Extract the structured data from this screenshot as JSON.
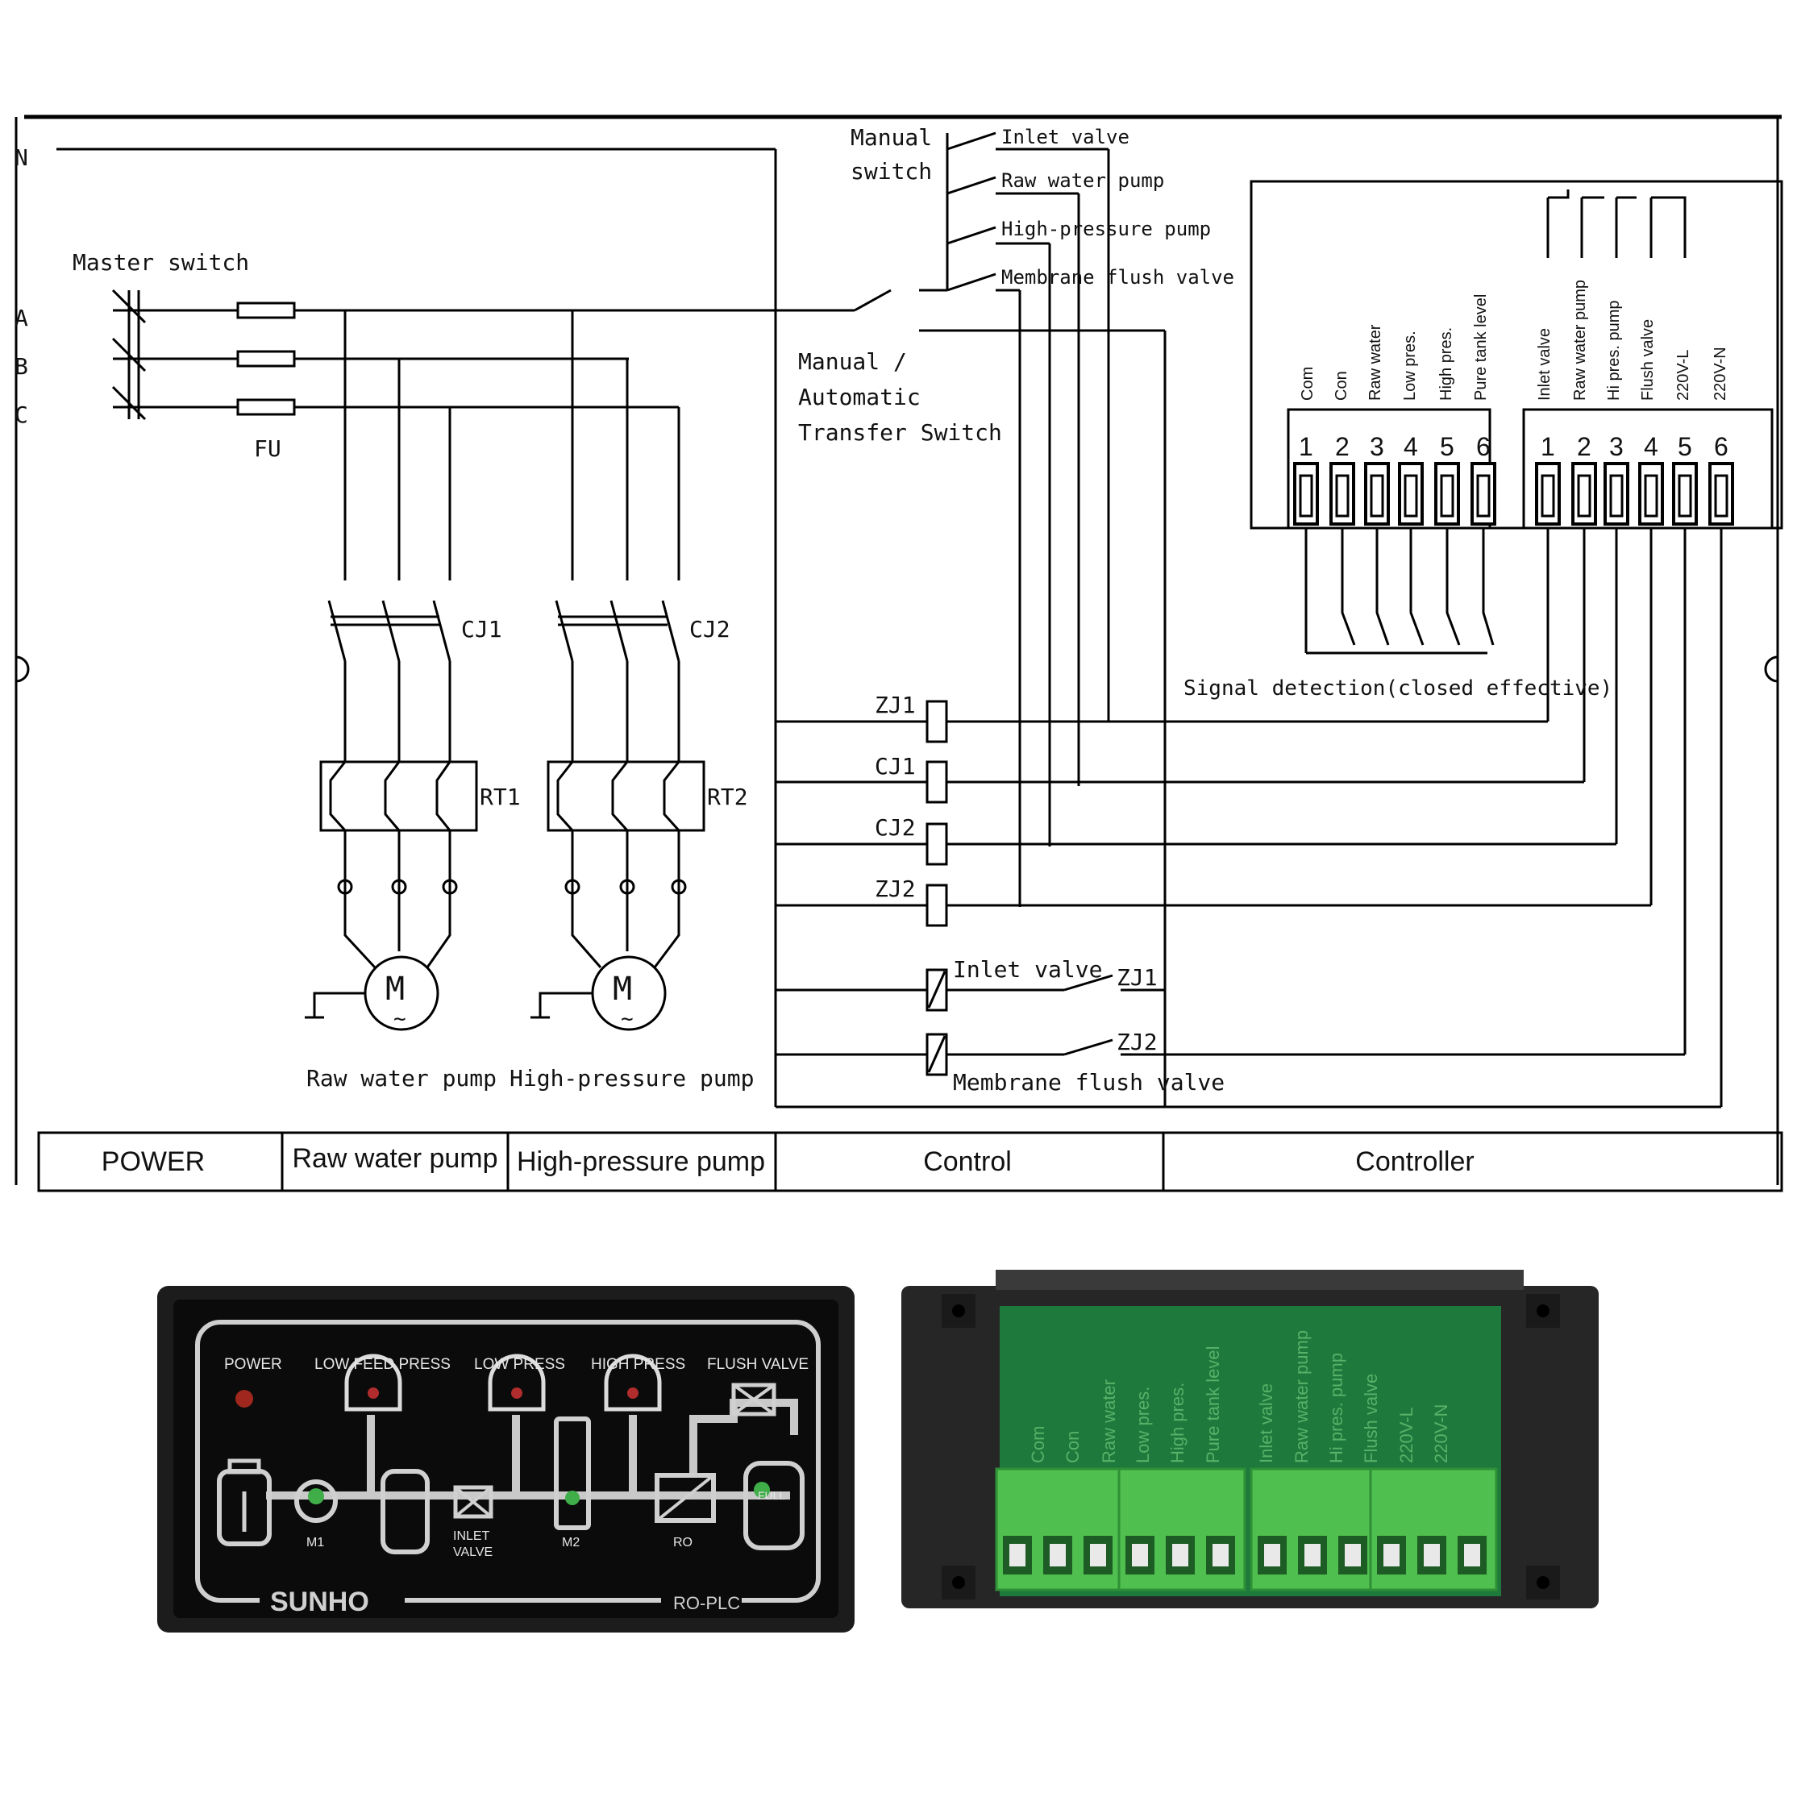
{
  "schematic": {
    "phase_labels": [
      "N",
      "A",
      "B",
      "C"
    ],
    "master_switch": "Master switch",
    "fuse_label": "FU",
    "manual_switch": [
      "Manual",
      "switch"
    ],
    "manual_auto": [
      "Manual /",
      "Automatic",
      "Transfer Switch"
    ],
    "manual_outputs": [
      "Inlet valve",
      "Raw water pump",
      "High-pressure pump",
      "Membrane flush valve"
    ],
    "contactors": [
      "CJ1",
      "CJ2"
    ],
    "relays": [
      "RT1",
      "RT2"
    ],
    "motor_symbol": "M",
    "motor_ac": "~",
    "pump_labels": [
      "Raw water pump",
      "High-pressure pump"
    ],
    "coils": [
      "ZJ1",
      "CJ1",
      "CJ2",
      "ZJ2"
    ],
    "valve_coils": [
      {
        "label": "Inlet valve",
        "contact": "ZJ1"
      },
      {
        "label": "Membrane flush valve",
        "contact": "ZJ2"
      }
    ],
    "signal_detection": "Signal detection(closed effective)",
    "input_terminals": [
      "Com",
      "Con",
      "Raw water",
      "Low pres.",
      "High pres.",
      "Pure tank level"
    ],
    "output_terminals": [
      "Inlet valve",
      "Raw water pump",
      "Hi pres. pump",
      "Flush valve",
      "220V-L",
      "220V-N"
    ],
    "terminal_numbers": [
      "1",
      "2",
      "3",
      "4",
      "5",
      "6"
    ],
    "sections": [
      "POWER",
      "Raw water pump",
      "High-pressure pump",
      "Control",
      "Controller"
    ]
  },
  "front_panel": {
    "indicators": [
      "POWER",
      "LOW FEED PRESS",
      "LOW PRESS",
      "HIGH PRESS",
      "FLUSH VALVE"
    ],
    "components": [
      "M1",
      "INLET",
      "VALVE",
      "M2",
      "RO",
      "FULL"
    ],
    "brand": "SUNHO",
    "model": "RO-PLC",
    "colors": {
      "body": "#1c1c1c",
      "face": "#0c0c0c",
      "line": "#c9c9c9",
      "led": "#c0392b",
      "green_led": "#3fae49"
    }
  },
  "rear_board": {
    "pcb_labels": [
      "Com",
      "Con",
      "Raw water",
      "Low pres.",
      "High pres.",
      "Pure tank level",
      "Inlet valve",
      "Raw water pump",
      "Hi pres. pump",
      "Flush valve",
      "220V-L",
      "220V-N"
    ],
    "colors": {
      "housing": "#262626",
      "pcb": "#1d7a3c",
      "terminal": "#4fbf4f"
    }
  }
}
